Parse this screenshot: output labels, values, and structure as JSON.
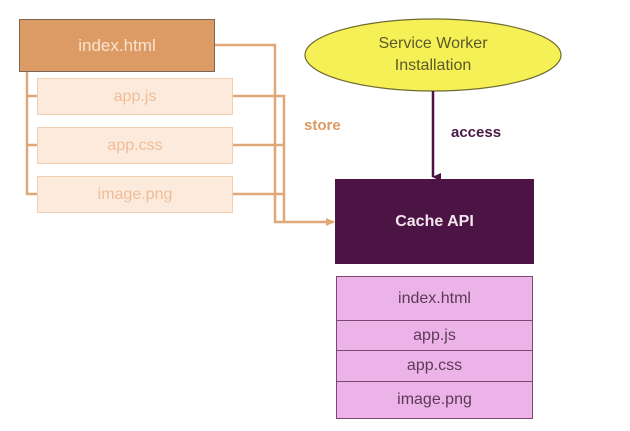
{
  "diagram": {
    "source_files": {
      "primary": "index.html",
      "children": [
        "app.js",
        "app.css",
        "image.png"
      ]
    },
    "store_label": "store",
    "service_worker": {
      "line1": "Service Worker",
      "line2": "Installation"
    },
    "access_label": "access",
    "cache_api_label": "Cache API",
    "cached_entries": [
      "index.html",
      "app.js",
      "app.css",
      "image.png"
    ],
    "colors": {
      "primary_file_fill": "#dc9a64",
      "child_file_fill": "#fcebdd",
      "store_connector": "#e0a878",
      "service_worker_fill": "#f5f055",
      "access_arrow": "#4b1444",
      "cache_api_fill": "#4b1444",
      "cache_entry_fill": "#ecb3e8"
    }
  }
}
